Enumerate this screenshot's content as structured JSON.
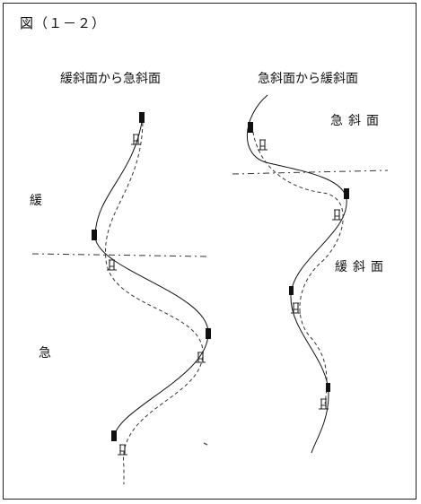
{
  "figure_label": "図（１－２）",
  "left_diagram": {
    "title": "緩斜面から急斜面",
    "zone_upper": "緩",
    "zone_lower": "急"
  },
  "right_diagram": {
    "title": "急斜面から緩斜面",
    "zone_upper": "急斜面",
    "zone_lower": "緩斜面"
  },
  "legend_symbols": {
    "ski_filled": "black-ski-marker",
    "skier_outline": "skier-figure-icon"
  }
}
